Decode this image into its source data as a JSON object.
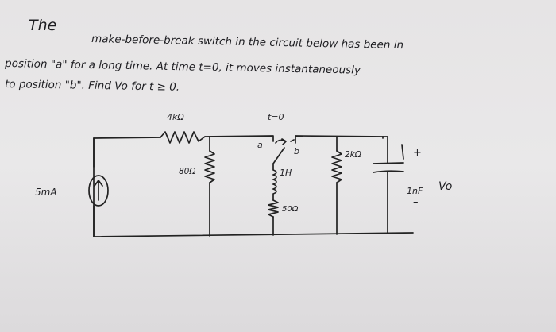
{
  "problem": {
    "line1_word1": "The",
    "line1_rest": "make-before-break switch in the circuit below has been in",
    "line2": "position \"a\" for a long time. At time t=0, it moves instantaneously",
    "line3": "to position \"b\". Find Vo for t ≥ 0."
  },
  "circuit": {
    "resistor_series_label": "4kΩ",
    "switch_time_label": "t=0",
    "switch_pos_a": "a",
    "switch_pos_b": "b",
    "resistor_parallel_label": "80Ω",
    "inductor_label": "1H",
    "resistor_inductor_label": "50Ω",
    "resistor_2k_label": "2kΩ",
    "capacitor_label": "1nF",
    "output_plus": "+",
    "output_minus": "–",
    "output_label": "Vo",
    "source_label": "5mA",
    "source_arrow": "↑"
  },
  "colors": {
    "ink": "#1e1e22",
    "paper": "#e6e4e5"
  }
}
